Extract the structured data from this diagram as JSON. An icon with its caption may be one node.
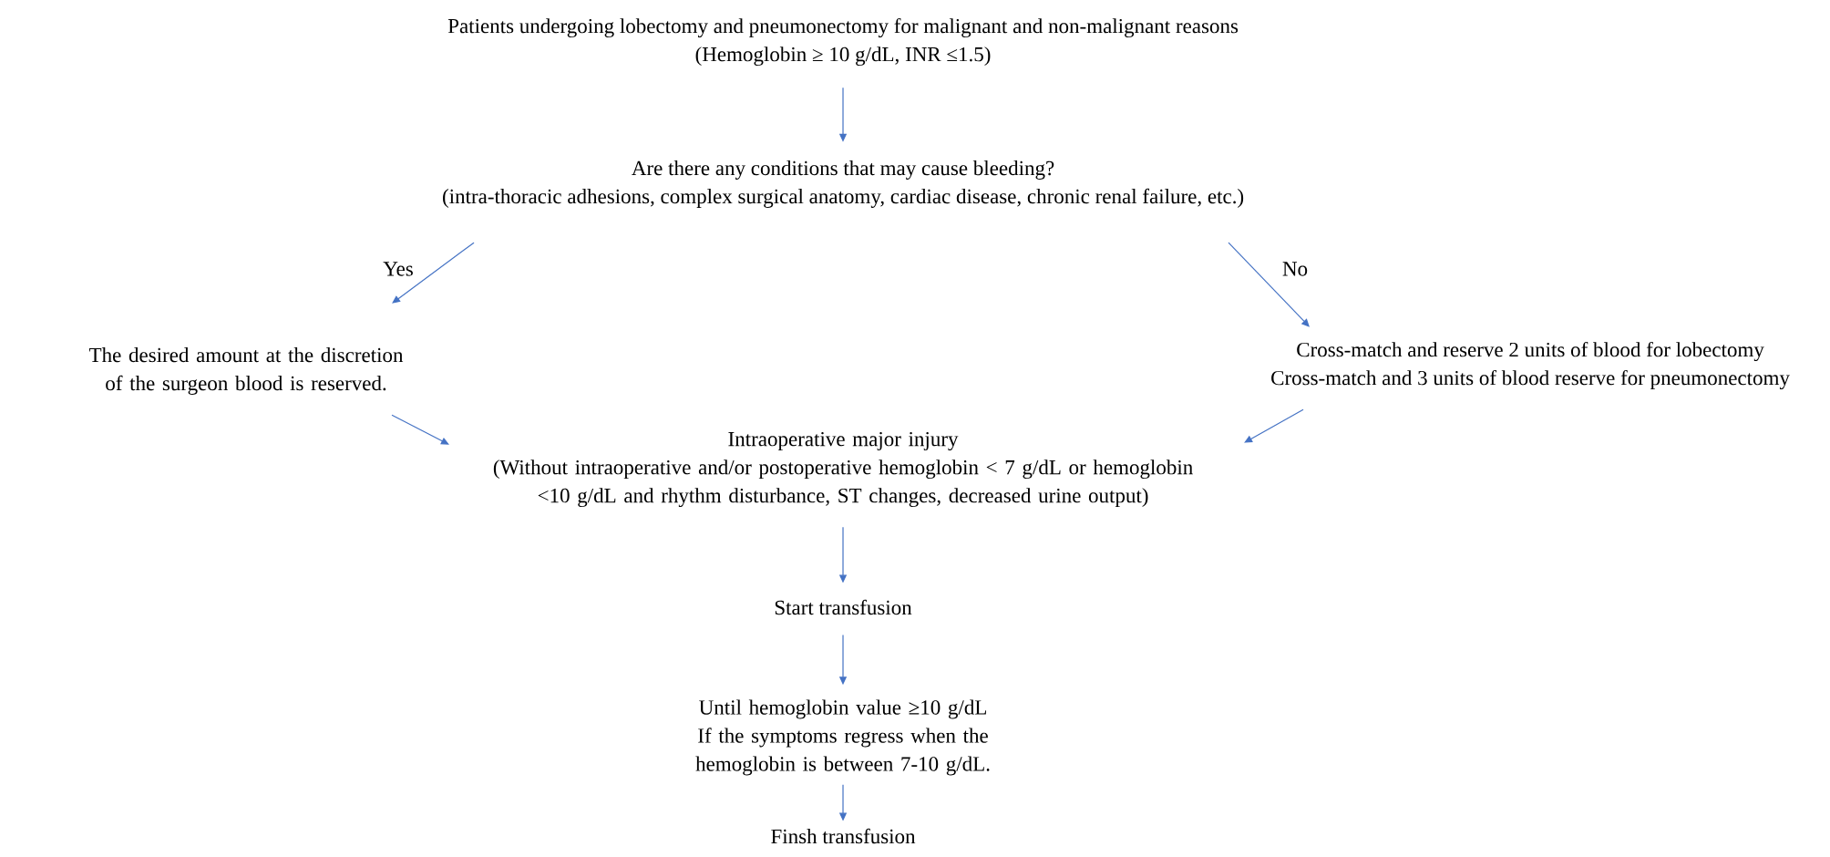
{
  "diagram": {
    "nodes": [
      {
        "text": [
          "Patients undergoing lobectomy and pneumonectomy for malignant and non-malignant reasons",
          "(Hemoglobin ≥ 10 g/dL, INR ≤1.5)"
        ]
      },
      {
        "text": [
          "Are there any conditions that may cause bleeding?",
          "(intra-thoracic adhesions, complex surgical anatomy, cardiac disease, chronic renal failure, etc.)"
        ]
      },
      {
        "text": [
          "The desired amount at the discretion of the surgeon blood is reserved."
        ]
      },
      {
        "text": [
          "Cross-match and reserve 2 units of blood for lobectomy",
          "Cross-match and 3 units of blood reserve for pneumonectomy"
        ]
      },
      {
        "text": [
          "Intraoperative major injury",
          "(Without intraoperative and/or postoperative hemoglobin < 7 g/dL  or hemoglobin <10 g/dL and rhythm disturbance, ST changes, decreased urine output)"
        ]
      },
      {
        "text": [
          "Start transfusion"
        ]
      },
      {
        "text": [
          "Until hemoglobin value ≥10 g/dL",
          "If the symptoms regress when the hemoglobin is between 7-10 g/dL."
        ]
      },
      {
        "text": [
          "Finsh transfusion"
        ]
      }
    ],
    "edges": [
      {
        "from": 0,
        "to": 1,
        "arrow": "to"
      },
      {
        "from": 1,
        "to": 2,
        "arrow": "to",
        "label": "Yes"
      },
      {
        "from": 1,
        "to": 3,
        "arrow": "to",
        "label": "No"
      },
      {
        "from": 2,
        "to": 4,
        "arrow": "to"
      },
      {
        "from": 3,
        "to": 4,
        "arrow": "to"
      },
      {
        "from": 4,
        "to": 5,
        "arrow": "to"
      },
      {
        "from": 5,
        "to": 6,
        "arrow": "to"
      },
      {
        "from": 6,
        "to": 7,
        "arrow": "to"
      }
    ]
  }
}
